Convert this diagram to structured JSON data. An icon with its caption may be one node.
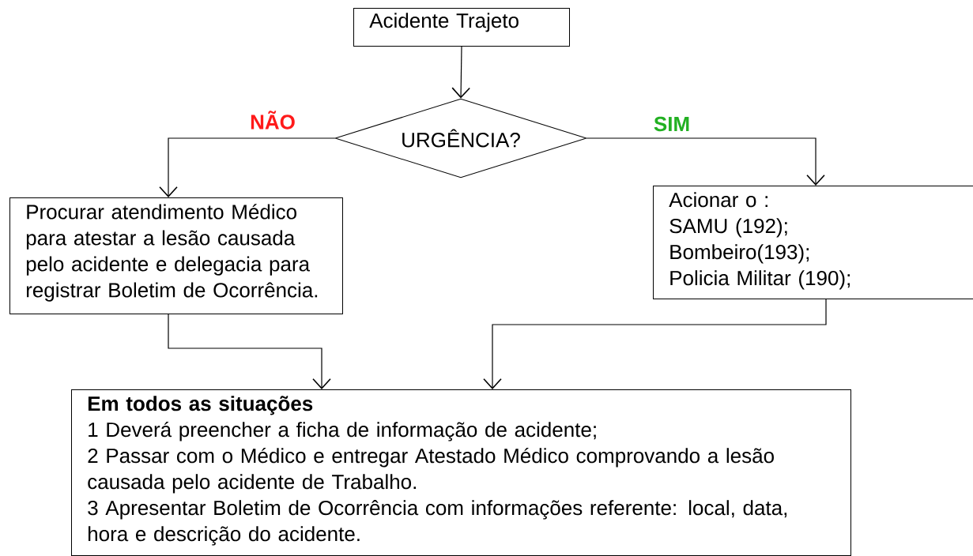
{
  "diagram": {
    "nodes": [
      {
        "text": [
          "Acidente Trajeto"
        ]
      },
      {
        "text": [
          "URGÊNCIA?"
        ]
      },
      {
        "text": [
          "Procurar atendimento Médico para atestar a lesão causada pelo acidente e delegacia para registrar Boletim de Ocorrência."
        ]
      },
      {
        "text": [
          "Acionar o :",
          "SAMU (192);",
          "Bombeiro(193);",
          "Policia Militar (190);"
        ]
      },
      {
        "text": [
          "Em todos as situações",
          "1 Deverá preencher a ficha de informação de acidente;",
          "2 Passar com o Médico e entregar Atestado Médico comprovando a lesão causada pelo acidente de Trabalho.",
          "3 Apresentar Boletim de Ocorrência com informações referente: local, data, hora e descrição do acidente."
        ]
      }
    ],
    "edges": [
      {
        "from": 0,
        "to": 1,
        "arrow": "to"
      },
      {
        "from": 1,
        "to": 2,
        "arrow": "to",
        "label": "NÃO"
      },
      {
        "from": 1,
        "to": 3,
        "arrow": "to",
        "label": "SIM"
      },
      {
        "from": 2,
        "to": 4,
        "arrow": "to"
      },
      {
        "from": 3,
        "to": 4,
        "arrow": "to"
      }
    ]
  }
}
